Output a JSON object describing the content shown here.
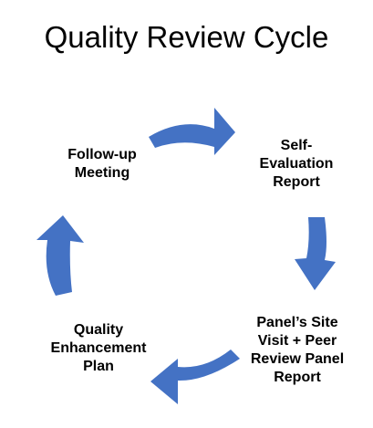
{
  "diagram": {
    "title": "Quality Review Cycle",
    "arrow_color": "#4472C4",
    "steps": [
      {
        "label": "Self-\nEvaluation\nReport"
      },
      {
        "label": "Panel’s Site\nVisit + Peer\nReview Panel\nReport"
      },
      {
        "label": "Quality\nEnhancement\nPlan"
      },
      {
        "label": "Follow-up\nMeeting"
      }
    ],
    "arrows": [
      {
        "from": "Follow-up Meeting",
        "to": "Self-Evaluation Report"
      },
      {
        "from": "Self-Evaluation Report",
        "to": "Panel’s Site Visit + Peer Review Panel Report"
      },
      {
        "from": "Panel’s Site Visit + Peer Review Panel Report",
        "to": "Quality Enhancement Plan"
      },
      {
        "from": "Quality Enhancement Plan",
        "to": "Follow-up Meeting"
      }
    ]
  }
}
